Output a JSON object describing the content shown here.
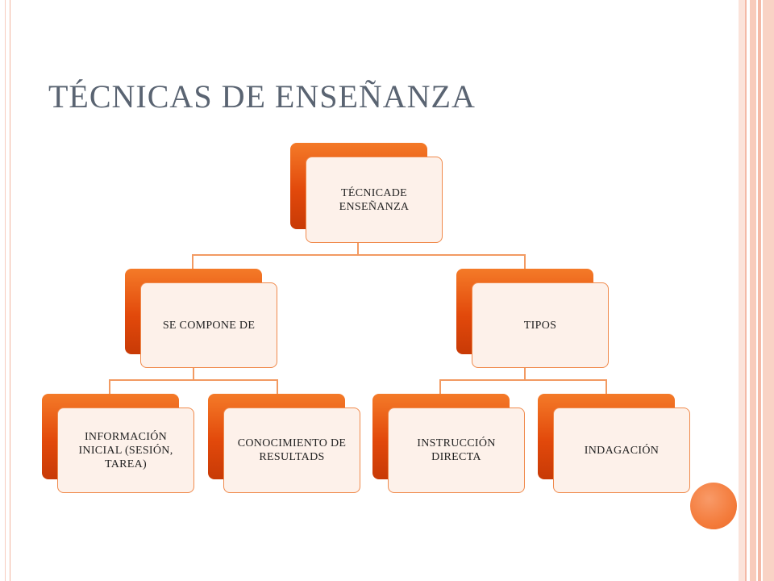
{
  "slide": {
    "title": "TÉCNICAS DE ENSEÑANZA"
  },
  "diagram": {
    "root": "TÉCNICADE ENSEÑANZA",
    "left_branch": "SE COMPONE DE",
    "right_branch": "TIPOS",
    "leaves": [
      "INFORMACIÓN INICIAL (SESIÓN, TAREA)",
      "CONOCIMIENTO DE RESULTADS",
      "INSTRUCCIÓN DIRECTA",
      "INDAGACIÓN"
    ]
  },
  "colors": {
    "accent": "#e2490b",
    "connector": "#f29a62",
    "card_fill": "#fdf1ea",
    "title": "#5a6472",
    "border_pink": "#f2b5a0",
    "orb": "#f47c3c"
  }
}
